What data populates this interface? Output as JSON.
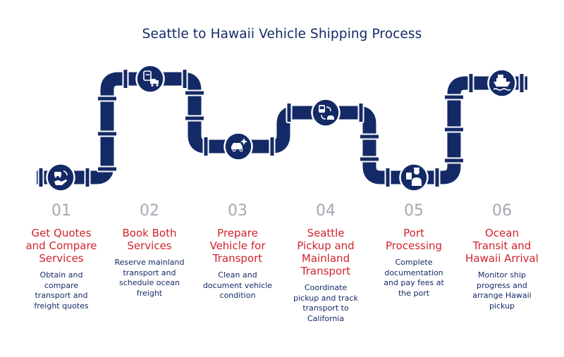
{
  "title": "Seattle to Hawaii Vehicle Shipping Process",
  "colors": {
    "pipe": "#142a66",
    "accent": "#d0232d",
    "number": "#a4a8b0",
    "text": "#142a66"
  },
  "steps": [
    {
      "number": "01",
      "title_lines": [
        "Get Quotes",
        "and Compare",
        "Services"
      ],
      "desc_lines": [
        "Obtain and",
        "compare",
        "transport and",
        "freight quotes"
      ],
      "icon": "car-exchange-hand-icon"
    },
    {
      "number": "02",
      "title_lines": [
        "Book Both",
        "Services"
      ],
      "desc_lines": [
        "Reserve mainland",
        "transport and",
        "schedule ocean",
        "freight"
      ],
      "icon": "booking-truck-icon"
    },
    {
      "number": "03",
      "title_lines": [
        "Prepare",
        "Vehicle for",
        "Transport"
      ],
      "desc_lines": [
        "Clean and",
        "document vehicle",
        "condition"
      ],
      "icon": "car-sparkle-icon"
    },
    {
      "number": "04",
      "title_lines": [
        "Seattle",
        "Pickup and",
        "Mainland",
        "Transport"
      ],
      "desc_lines": [
        "Coordinate",
        "pickup and track",
        "transport to",
        "California"
      ],
      "icon": "bus-car-transfer-icon"
    },
    {
      "number": "05",
      "title_lines": [
        "Port",
        "Processing"
      ],
      "desc_lines": [
        "Complete",
        "documentation",
        "and pay fees at",
        "the port"
      ],
      "icon": "port-officer-icon"
    },
    {
      "number": "06",
      "title_lines": [
        "Ocean",
        "Transit and",
        "Hawaii Arrival"
      ],
      "desc_lines": [
        "Monitor ship",
        "progress and",
        "arrange Hawaii",
        "pickup"
      ],
      "icon": "ship-icon"
    }
  ]
}
